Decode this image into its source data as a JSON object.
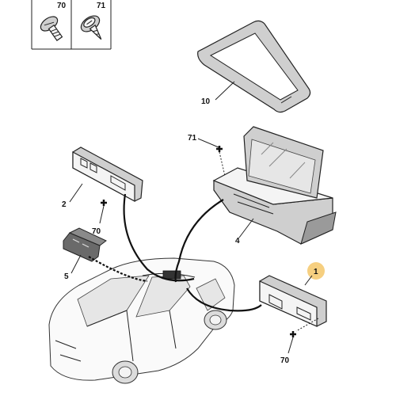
{
  "parts": {
    "screw_70": "70",
    "screw_71": "71",
    "frame_10": "10",
    "screw_71_b": "71",
    "switch_panel_2": "2",
    "screw_70_b": "70",
    "display_unit_4": "4",
    "switch_5": "5",
    "module_1": "1",
    "screw_70_c": "70"
  },
  "colors": {
    "highlight": "#f5c76a",
    "line": "#222222"
  }
}
